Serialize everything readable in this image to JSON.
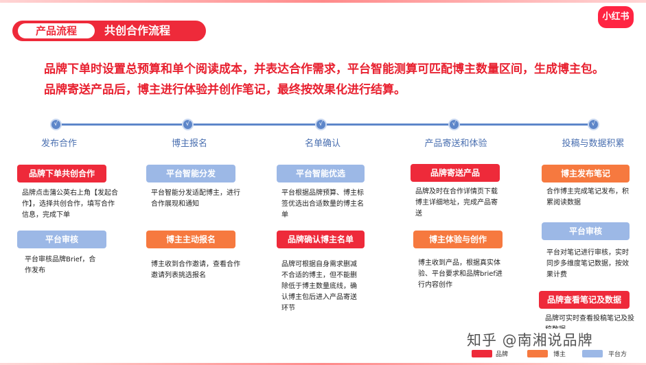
{
  "header": {
    "tag": "产品流程",
    "title": "共创合作流程"
  },
  "logo": "小红书",
  "intro": "品牌下单时设置总预算和单个阅读成本，并表达合作需求，平台智能测算可匹配博主数量区间，生成博主包。品牌寄送产品后，博主进行体验并创作笔记，最终按效果化进行结算。",
  "timeline": {
    "node_icon": "√"
  },
  "stages": [
    "发布合作",
    "博主报名",
    "名单确认",
    "产品寄送和体验",
    "投稿与数据积累"
  ],
  "steps": {
    "s1_btn1": "品牌下单共创合作",
    "s1_desc1": "品牌点击蒲公英右上角【发起合作】，选择共创合作，填写合作信息，完成下单",
    "s1_btn2": "平台审核",
    "s1_desc2": "平台审核品牌Brief，合作发布",
    "s2_btn1": "平台智能分发",
    "s2_desc1": "平台智能分发适配博主，进行合作展现和通知",
    "s2_btn2": "博主主动报名",
    "s2_desc2": "博主收到合作邀请，查看合作邀请列表挑选报名",
    "s3_btn1": "平台智能优选",
    "s3_desc1": "平台根据品牌预算、博主标签优选出合适数量的博主名单",
    "s3_btn2": "品牌确认博主名单",
    "s3_desc2": "品牌可根据自身需求删减不合适的博主，但不能删除低于博主数量底线，确认博主包后进入产品寄送环节",
    "s4_btn1": "品牌寄送产品",
    "s4_desc1": "品牌及时在合作详情页下载博主详细地址，完成产品寄送",
    "s4_btn2": "博主体验与创作",
    "s4_desc2": "博主收到产品，根据真实体验、平台要求和品牌brief进行内容创作",
    "s5_btn1": "博主发布笔记",
    "s5_desc1": "合作博主完成笔记发布，积累阅读数据",
    "s5_btn2": "平台审核",
    "s5_desc2": "平台对笔记进行审核，实时同步多维度笔记数据，按效果计费",
    "s5_btn3": "品牌查看笔记及数据",
    "s5_desc3": "品牌可实时查看投稿笔记及投稿数据"
  },
  "legend": [
    {
      "label": "品牌",
      "color": "#ee2a3a"
    },
    {
      "label": "博主",
      "color": "#f6793f"
    },
    {
      "label": "平台方",
      "color": "#9cb8e6"
    }
  ],
  "watermark": "知乎 @南湘说品牌"
}
